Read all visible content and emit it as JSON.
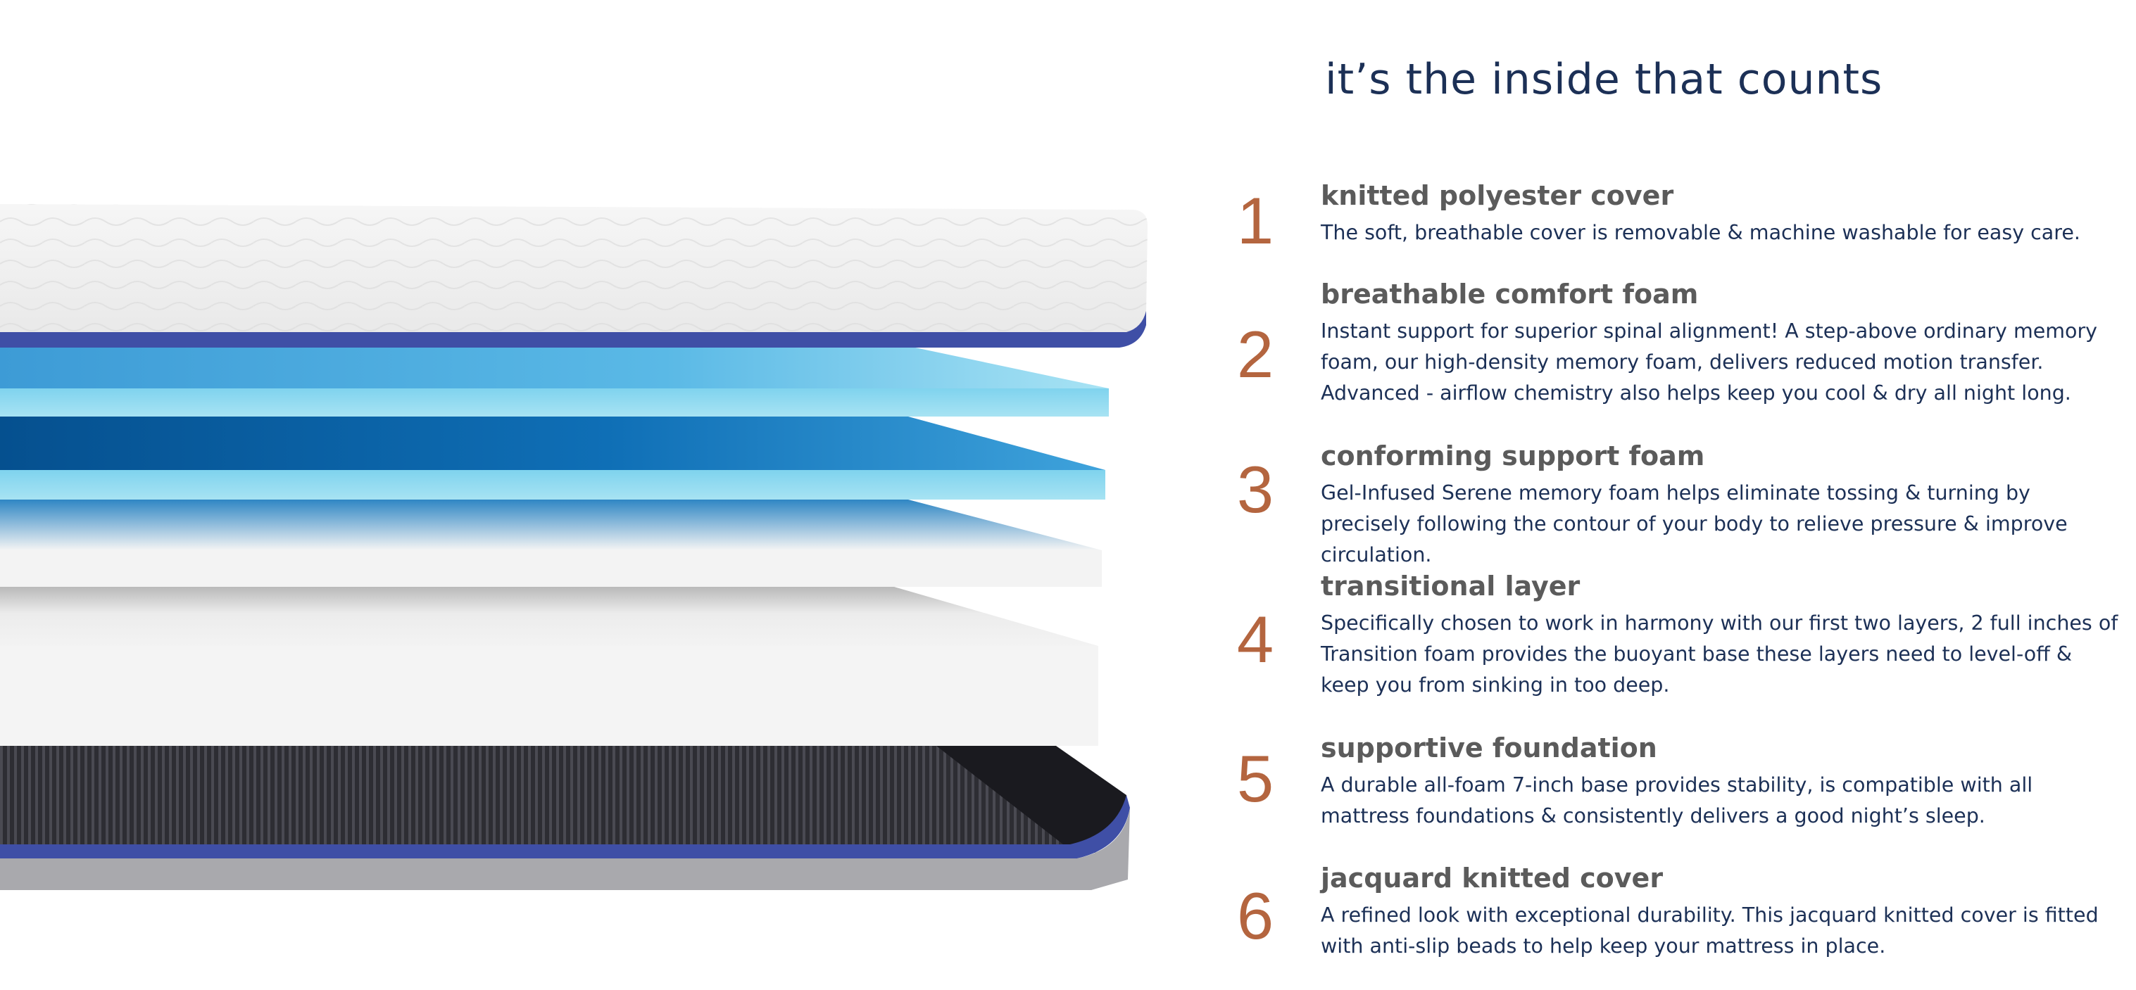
{
  "headline": "it’s the inside that counts",
  "colors": {
    "headline": "#1c3056",
    "number": "#b4653f",
    "layer_title": "#5b5b5b",
    "body_text": "#1c3056",
    "accent_band": "#3f4fa6"
  },
  "layers": [
    {
      "number": "1",
      "title": "knitted polyester cover",
      "description": "The soft, breathable cover is removable & machine washable for easy care."
    },
    {
      "number": "2",
      "title": "breathable comfort foam",
      "description": "Instant support for superior spinal alignment! A step-above ordinary memory foam, our high-density memory foam, delivers reduced motion transfer. Advanced - airflow chemistry also helps keep you cool & dry all night long."
    },
    {
      "number": "3",
      "title": "conforming support foam",
      "description": "Gel-Infused Serene memory foam helps eliminate tossing & turning by precisely following the contour of your body to relieve pressure & improve circulation."
    },
    {
      "number": "4",
      "title": "transitional layer",
      "description": "Specifically chosen to work in harmony with our first two layers, 2 full inches of Transition foam provides the buoyant base these layers need to level-off & keep you from sinking in too deep."
    },
    {
      "number": "5",
      "title": "supportive foundation",
      "description": "A durable all-foam 7-inch base provides stability, is compatible with all mattress foundations & consistently delivers a good night’s sleep."
    },
    {
      "number": "6",
      "title": "jacquard knitted cover",
      "description": "A refined look with exceptional durability. This jacquard knitted cover is fitted with anti-slip beads to help keep your mattress in place."
    }
  ]
}
